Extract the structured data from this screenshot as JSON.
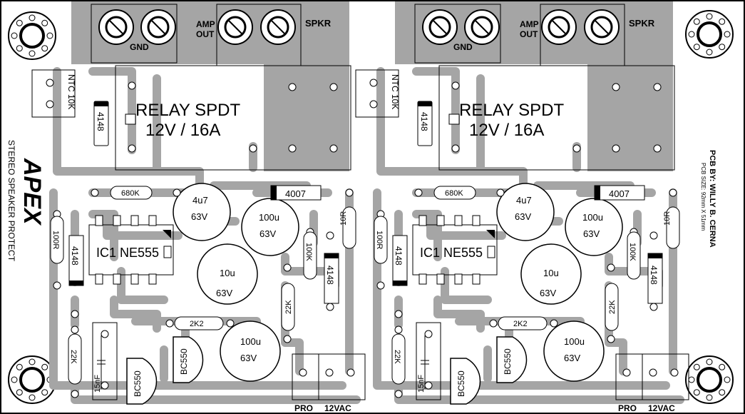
{
  "colors": {
    "background": "#ffffff",
    "copper": "#a5a5a5",
    "ink": "#000000"
  },
  "board": {
    "brand": "APEX",
    "subtitle": "STEREO SPEAKER PROTECT",
    "credit": "PCB BY: WILLY B. CERNA",
    "size": "PCB SIZE: 92mm X 51mm"
  },
  "channel": {
    "gnd": "GND",
    "amp_out_1": "AMP",
    "amp_out_2": "OUT",
    "spkr": "SPKR",
    "ntc": "NTC 10K",
    "relay_1": "RELAY SPDT",
    "relay_2": "12V / 16A",
    "d_4148": "4148",
    "r_680k": "680K",
    "c_4u7": "4u7",
    "v_63": "63V",
    "d_4007": "4007",
    "c_100u": "100u",
    "r_10r": "10R",
    "r_100r": "100R",
    "ic": "IC1 NE555",
    "c_10u": "10u",
    "r_100k": "100K",
    "r_22k": "22K",
    "r_2k2": "2K2",
    "t_bc550": "BC550",
    "c_15nf": "15nF",
    "pro": "PRO",
    "vac": "12VAC"
  }
}
